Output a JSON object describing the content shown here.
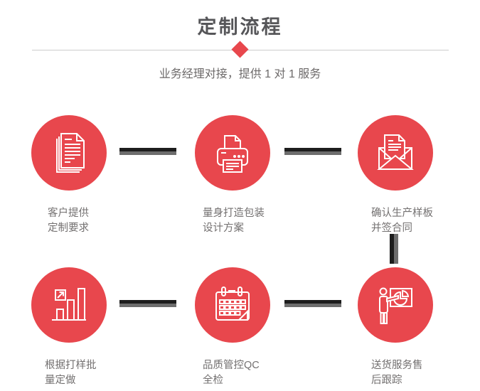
{
  "header": {
    "title": "定制流程",
    "subtitle": "业务经理对接，提供 1 对 1 服务"
  },
  "colors": {
    "accent_red": "#e8474d",
    "title_color": "#565659",
    "subtitle_color": "#6c6969",
    "label_color": "#737070",
    "connector_dark": "#1d1d1d",
    "connector_gray": "#6d6d6d",
    "divider_color": "#cccccc"
  },
  "steps": [
    {
      "icon": "documents-icon",
      "label_line1": "客户提供",
      "label_line2": "定制要求"
    },
    {
      "icon": "printer-icon",
      "label_line1": "量身打造包装",
      "label_line2": "设计方案"
    },
    {
      "icon": "envelope-icon",
      "label_line1": "确认生产样板",
      "label_line2": "并签合同"
    },
    {
      "icon": "bar-chart-icon",
      "label_line1": "根据打样批",
      "label_line2": "量定做"
    },
    {
      "icon": "calendar-icon",
      "label_line1": "品质管控QC",
      "label_line2": "全检"
    },
    {
      "icon": "presentation-icon",
      "label_line1": "送货服务售",
      "label_line2": "后跟踪"
    }
  ]
}
